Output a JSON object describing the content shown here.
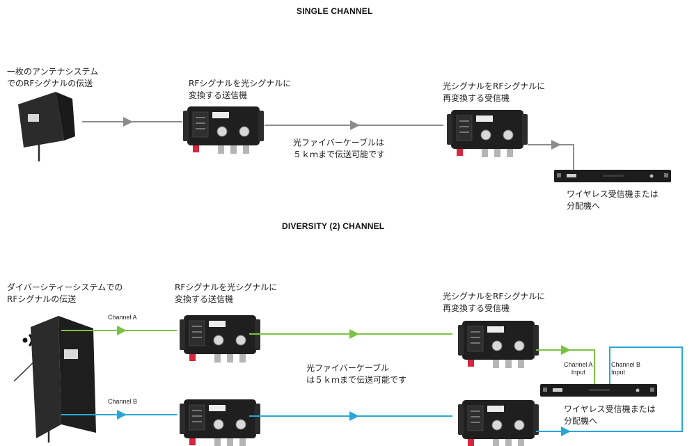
{
  "colors": {
    "grey_line": "#8c8c8c",
    "green_line": "#7cc242",
    "blue_line": "#2aa6d6",
    "device_body": "#1f1f1f",
    "antenna_body": "#2b2b2b"
  },
  "single_channel": {
    "heading": "SINGLE CHANNEL",
    "antenna_caption": "一枚のアンテナシステム\nでのRFシグナルの伝送",
    "transmitter_caption": "RFシグナルを光シグナルに\n変換する送信機",
    "fiber_caption": "光ファイバーケーブルは\n５ｋｍまで伝送可能です",
    "receiver_caption": "光シグナルをRFシグナルに\n再変換する受信機",
    "destination_caption": "ワイヤレス受信機または\n分配機へ"
  },
  "diversity_channel": {
    "heading": "DIVERSITY (2) CHANNEL",
    "antenna_caption": "ダイバーシティーシステムでの\nRFシグナルの伝送",
    "transmitter_caption": "RFシグナルを光シグナルに\n変換する送信機",
    "channel_a_label": "Channel A",
    "channel_b_label": "Channel B",
    "fiber_caption": "光ファイバーケーブル\nは５ｋｍまで伝送可能です",
    "receiver_caption": "光シグナルをRFシグナルに\n再変換する受信機",
    "channel_a_input_label": "Channel A\nInput",
    "channel_b_input_label": "Channel B\nInput",
    "destination_caption": "ワイヤレス受信機または\n分配機へ"
  }
}
